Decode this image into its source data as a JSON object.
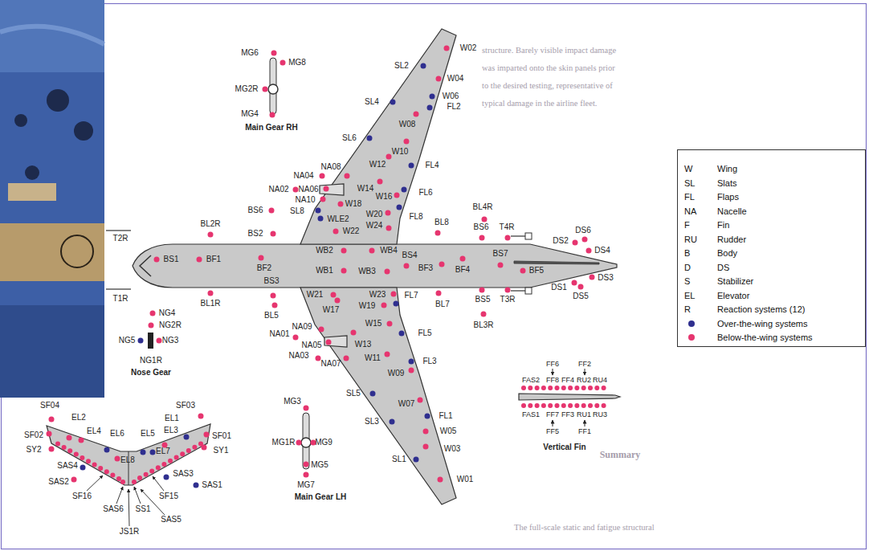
{
  "diagram": {
    "labels": [
      "MG6",
      "MG8",
      "MG2R",
      "MG4",
      "Main Gear RH",
      "W02",
      "SL2",
      "W04",
      "W06",
      "FL2",
      "SL4",
      "W08",
      "SL6",
      "W10",
      "FL4",
      "W12",
      "NA08",
      "NA04",
      "W14",
      "W16",
      "FL6",
      "NA02",
      "NA06",
      "NA10",
      "W18",
      "BS6",
      "SL8",
      "WLE2",
      "W20",
      "W24",
      "W22",
      "FL8",
      "BL8",
      "BL4R",
      "BL2R",
      "T2R",
      "BS2",
      "BS6",
      "T4R",
      "BS1",
      "BF1",
      "BF2",
      "WB2",
      "WB4",
      "BS4",
      "BS7",
      "BF3",
      "BF4",
      "BF5",
      "WB1",
      "WB3",
      "DS2",
      "DS6",
      "DS4",
      "DS1",
      "DS3",
      "DS5",
      "T1R",
      "BL1R",
      "BS3",
      "BL5",
      "W21",
      "W23",
      "FL7",
      "BL7",
      "BS5",
      "T3R",
      "BL3R",
      "W17",
      "W19",
      "W15",
      "FL5",
      "NA01",
      "NA09",
      "NA05",
      "NA03",
      "NA07",
      "W13",
      "W11",
      "FL3",
      "W09",
      "SL5",
      "W07",
      "FL1",
      "SL3",
      "W05",
      "W03",
      "SL1",
      "W01",
      "NG4",
      "NG2R",
      "NG5",
      "NG3",
      "NG1R",
      "Nose Gear",
      "SF04",
      "SF03",
      "EL2",
      "EL1",
      "SF02",
      "EL4",
      "EL6",
      "EL5",
      "EL3",
      "SF01",
      "EL8",
      "EL7",
      "SY2",
      "SY1",
      "SAS4",
      "SAS3",
      "SAS2",
      "SAS1",
      "SF16",
      "SF15",
      "SAS6",
      "SS1",
      "SAS5",
      "JS1R",
      "MG3",
      "MG1R",
      "MG9",
      "MG5",
      "MG7",
      "Main Gear LH",
      "FF6",
      "FF2",
      "FAS2",
      "FF8",
      "FF4",
      "RU2",
      "RU4",
      "FAS1",
      "FF7",
      "FF3",
      "RU1",
      "RU3",
      "FF5",
      "FF1",
      "Vertical Fin",
      "W",
      "SL",
      "FL",
      "NA",
      "F",
      "RU",
      "B",
      "D",
      "S",
      "EL",
      "R",
      "structure. Barely visible impact damage",
      "was imparted onto the skin panels prior",
      "to the desired testing, representative of",
      "typical damage in the airline fleet.",
      "Summary",
      "The full-scale static and fatigue structural"
    ],
    "legend": [
      {
        "text": "Wing"
      },
      {
        "text": "Slats"
      },
      {
        "text": "Flaps"
      },
      {
        "text": "Nacelle"
      },
      {
        "text": "Fin"
      },
      {
        "text": "Rudder"
      },
      {
        "text": "Body"
      },
      {
        "text": "DS"
      },
      {
        "text": "Stabilizer"
      },
      {
        "text": "Elevator"
      },
      {
        "text": "Reaction systems (12)"
      },
      {
        "text": "Over-the-wing systems",
        "color": "#2f2f8f"
      },
      {
        "text": "Below-the-wing systems",
        "color": "#e6356f"
      }
    ]
  }
}
